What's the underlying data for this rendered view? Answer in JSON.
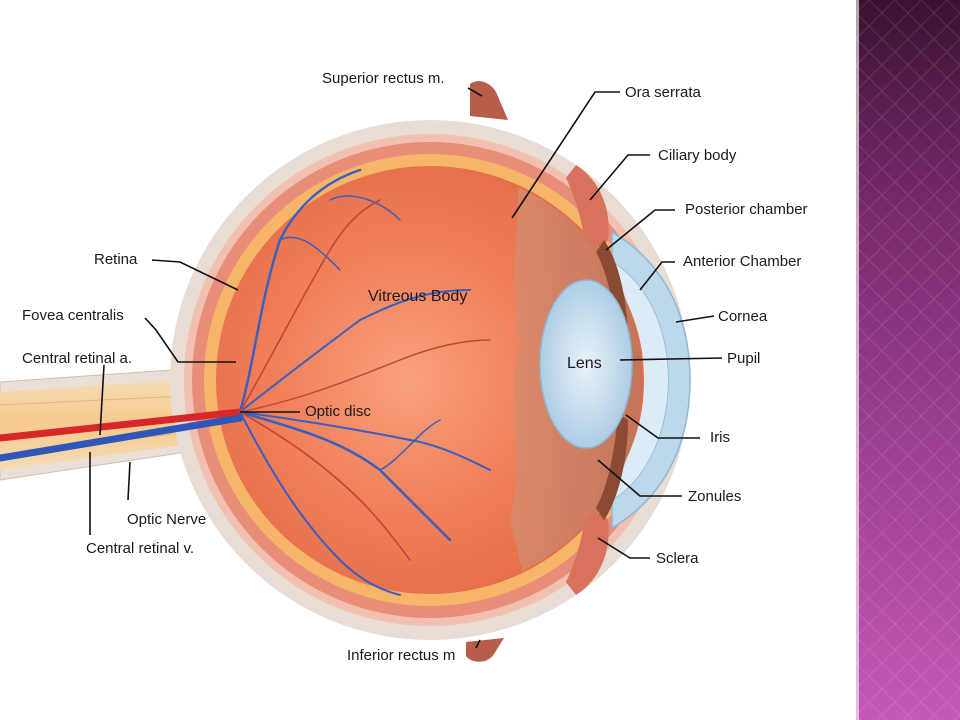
{
  "diagram": {
    "labels": {
      "superior_rectus": "Superior rectus m.",
      "ora_serrata": "Ora serrata",
      "ciliary_body": "Ciliary body",
      "posterior_chamber": "Posterior chamber",
      "anterior_chamber": "Anterior Chamber",
      "retina": "Retina",
      "vitreous_body": "Vitreous Body",
      "fovea_centralis": "Fovea centralis",
      "central_retinal_a": "Central retinal a.",
      "cornea": "Cornea",
      "lens": "Lens",
      "pupil": "Pupil",
      "optic_disc": "Optic disc",
      "iris": "Iris",
      "zonules": "Zonules",
      "optic_nerve": "Optic Nerve",
      "central_retinal_v": "Central retinal v.",
      "sclera": "Sclera",
      "inferior_rectus": "Inferior rectus m"
    }
  },
  "colors": {
    "sclera": "#e7ddd4",
    "choroid": "#e88e78",
    "retina": "#f7b56a",
    "vitreous": "#ef7b55",
    "ora_region": "#c8775d",
    "lens": "#cfe4f2",
    "cornea": "#bcd9ec",
    "artery": "#d8262a",
    "vein": "#3057b8",
    "side_band": "#b04aa8"
  }
}
